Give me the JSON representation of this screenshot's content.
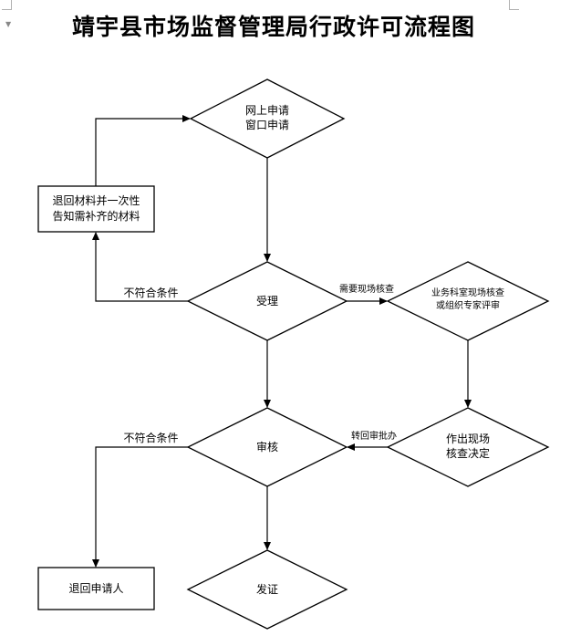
{
  "title": "靖宇县市场监督管理局行政许可流程图",
  "nodes": {
    "apply": "网上申请\n窗口申请",
    "accept": "受理",
    "review": "审核",
    "issue": "发证",
    "site_check": "业务科室现场核查\n或组织专家评审",
    "decision": "作出现场\n核查决定",
    "return_materials": "退回材料并一次性\n告知需补齐的材料",
    "return_applicant": "退回申请人"
  },
  "edges": {
    "accept_not_qualified": "不符合条件",
    "accept_need_site_check": "需要现场核查",
    "decision_back": "转回审批办",
    "review_not_qualified": "不符合条件"
  }
}
